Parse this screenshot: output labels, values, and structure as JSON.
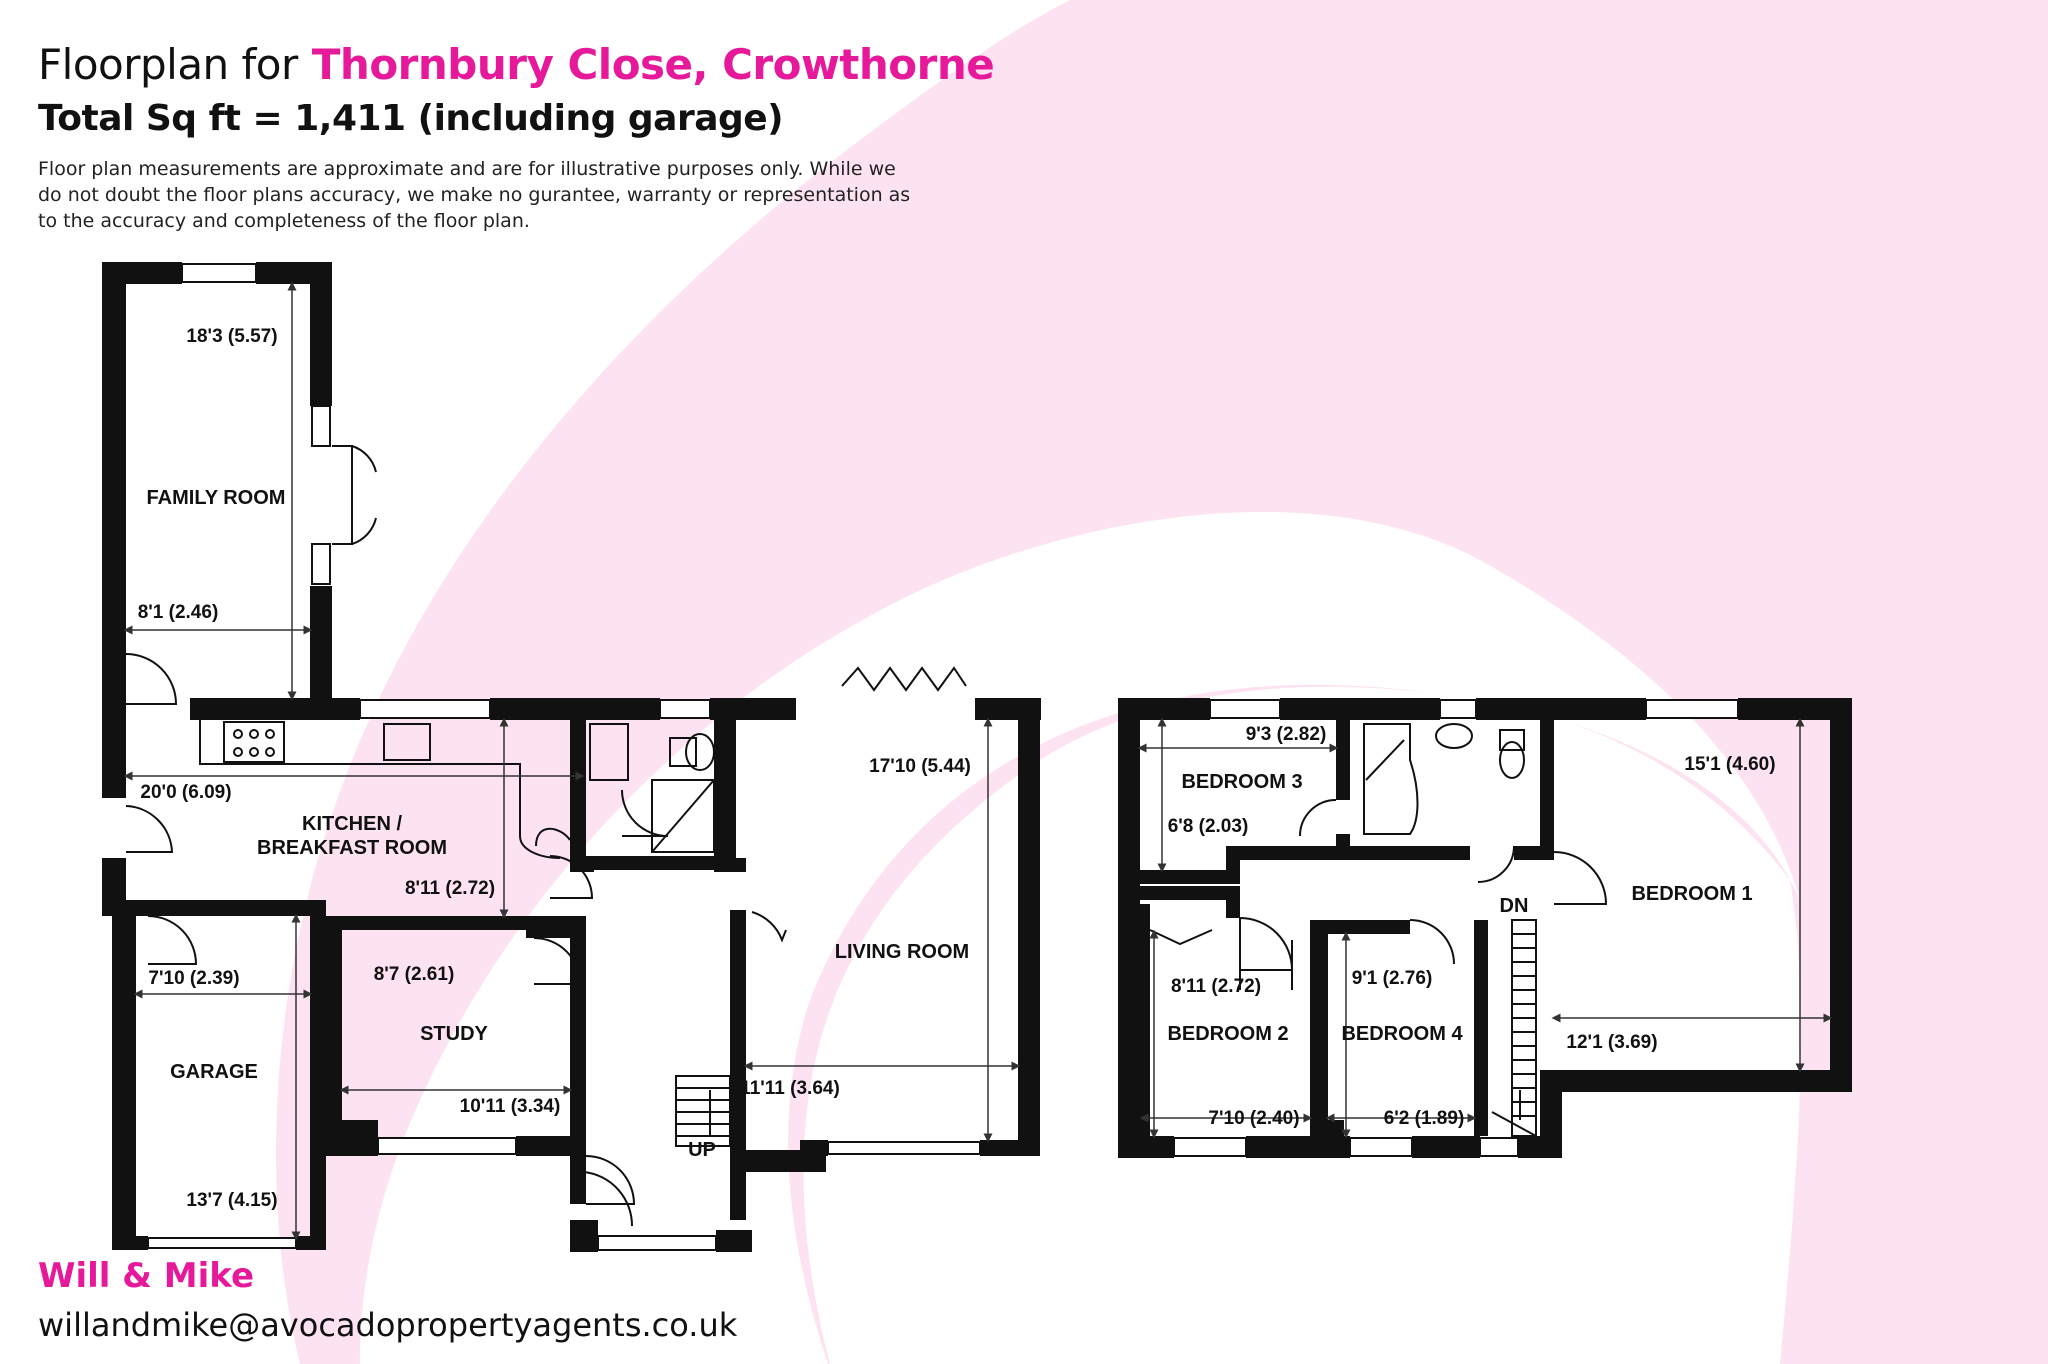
{
  "header": {
    "title_prefix": "Floorplan for",
    "address": "Thornbury Close, Crowthorne",
    "total": "Total Sq ft = 1,411 (including garage)",
    "disclaimer": "Floor plan measurements are approximate and are for illustrative purposes only. While we do not doubt the floor plans accuracy, we make no gurantee, warranty or representation as to the accuracy and completeness of the floor plan."
  },
  "colors": {
    "accent": "#e6199a",
    "blob": "#fde3f1",
    "wall": "#111111"
  },
  "ground_floor": {
    "rooms": {
      "family": "FAMILY ROOM",
      "kitchen_1": "KITCHEN /",
      "kitchen_2": "BREAKFAST ROOM",
      "study": "STUDY",
      "garage": "GARAGE",
      "living": "LIVING ROOM",
      "up": "UP"
    },
    "dims": {
      "family_len": "18'3 (5.57)",
      "family_wid": "8'1 (2.46)",
      "kitchen_len": "20'0 (6.09)",
      "kitchen_wid": "8'11 (2.72)",
      "garage_wid": "7'10 (2.39)",
      "garage_len": "13'7 (4.15)",
      "study_wid": "8'7 (2.61)",
      "study_len": "10'11 (3.34)",
      "living_len": "17'10 (5.44)",
      "living_wid": "11'11 (3.64)"
    }
  },
  "first_floor": {
    "rooms": {
      "bed3": "BEDROOM 3",
      "bed1": "BEDROOM 1",
      "bed2": "BEDROOM 2",
      "bed4": "BEDROOM 4",
      "dn": "DN"
    },
    "dims": {
      "bed3_wid": "9'3 (2.82)",
      "bed3_len": "6'8 (2.03)",
      "bed1_len": "15'1 (4.60)",
      "bed1_wid": "12'1 (3.69)",
      "bed2_len": "8'11 (2.72)",
      "bed2_wid": "7'10 (2.40)",
      "bed4_len": "9'1 (2.76)",
      "bed4_wid": "6'2 (1.89)"
    }
  },
  "footer": {
    "agent": "Will & Mike",
    "email": "willandmike@avocadopropertyagents.co.uk"
  }
}
